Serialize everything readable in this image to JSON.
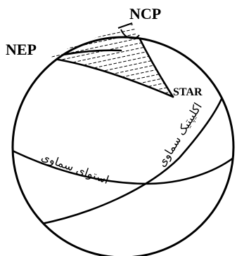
{
  "labels": {
    "ncp": "NCP",
    "nep": "NEP",
    "star": "STAR",
    "celestial_equator": "استوای سماوی",
    "ecliptic": "اکلیپتیک سماوی"
  }
}
